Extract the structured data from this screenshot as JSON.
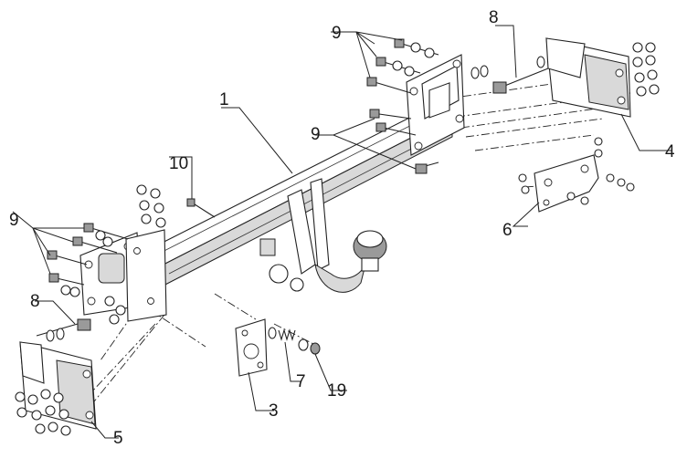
{
  "diagram": {
    "part_numbers": {
      "crossbar": "1",
      "socket_plate": "3",
      "bracket_right": "4",
      "bracket_left": "5",
      "support_plate": "6",
      "spring": "7",
      "long_bolt_right": "8",
      "long_bolt_left": "8",
      "bolts_top_right": "9",
      "bolts_center": "9",
      "bolts_left": "9",
      "bolt_single": "10",
      "nut_small": "19"
    }
  }
}
